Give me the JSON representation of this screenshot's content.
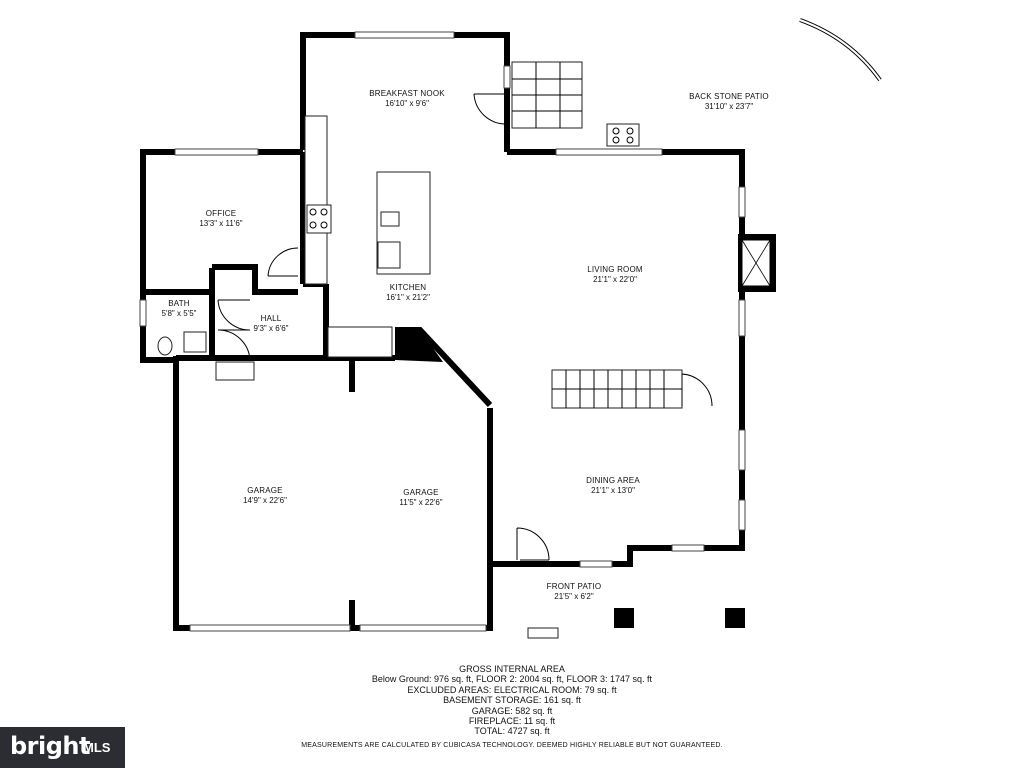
{
  "rooms": {
    "breakfast_nook": {
      "name": "BREAKFAST NOOK",
      "dims": "16'10\" x 9'6\""
    },
    "back_stone_patio": {
      "name": "BACK STONE PATIO",
      "dims": "31'10\" x 23'7\""
    },
    "office": {
      "name": "OFFICE",
      "dims": "13'3\" x 11'6\""
    },
    "kitchen": {
      "name": "KITCHEN",
      "dims": "16'1\" x 21'2\""
    },
    "living_room": {
      "name": "LIVING ROOM",
      "dims": "21'1\" x 22'0\""
    },
    "bath": {
      "name": "BATH",
      "dims": "5'8\" x 5'5\""
    },
    "hall": {
      "name": "HALL",
      "dims": "9'3\" x 6'6\""
    },
    "garage_left": {
      "name": "GARAGE",
      "dims": "14'9\" x 22'6\""
    },
    "garage_right": {
      "name": "GARAGE",
      "dims": "11'5\" x 22'6\""
    },
    "dining_area": {
      "name": "DINING AREA",
      "dims": "21'1\" x 13'0\""
    },
    "front_patio": {
      "name": "FRONT PATIO",
      "dims": "21'5\" x 6'2\""
    }
  },
  "stats": {
    "title": "GROSS INTERNAL AREA",
    "line1": "Below Ground: 976 sq. ft, FLOOR 2: 2004 sq. ft, FLOOR 3: 1747 sq. ft",
    "line2": "EXCLUDED AREAS: ELECTRICAL ROOM: 79 sq. ft",
    "line3": "BASEMENT STORAGE: 161 sq. ft",
    "line4": "GARAGE: 582 sq. ft",
    "line5": "FIREPLACE: 11 sq. ft",
    "line6": "TOTAL: 4727 sq. ft"
  },
  "disclaimer": "MEASUREMENTS ARE CALCULATED BY CUBICASA TECHNOLOGY. DEEMED HIGHLY RELIABLE BUT NOT GUARANTEED.",
  "logo": {
    "text": "bright",
    "sub": "MLS",
    "bg_color": "#2b2d33"
  }
}
